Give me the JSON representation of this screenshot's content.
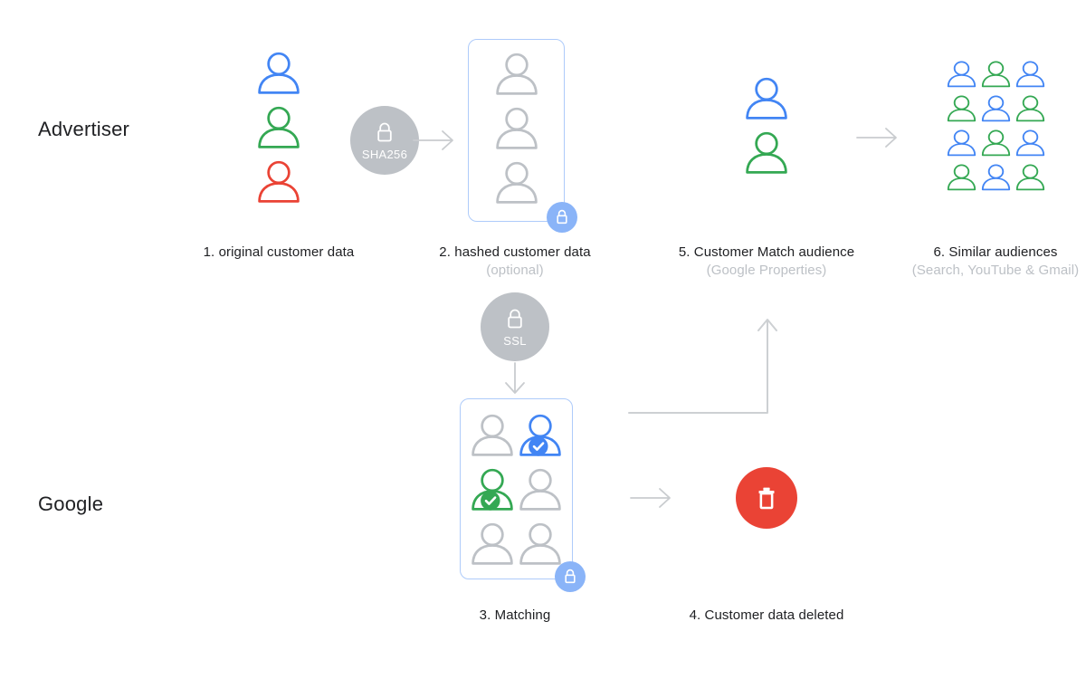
{
  "lanes": {
    "advertiser": "Advertiser",
    "google": "Google"
  },
  "colors": {
    "blue": "#4285F4",
    "green": "#34A853",
    "red": "#EA4335",
    "gray": "#BDC1C6",
    "box_border_blue": "#AECBFA",
    "lock_badge_blue": "#8AB4F8",
    "encryption_circle_gray": "#BDC1C6",
    "arrow_gray": "#C9CCCF",
    "trash_red": "#EA4335",
    "label_dark": "#202124",
    "label_gray": "#BDC1C6"
  },
  "encryption": {
    "sha256": "SHA256",
    "ssl": "SSL"
  },
  "steps": {
    "step1": {
      "label": "1. original customer data",
      "persons": [
        "blue",
        "green",
        "red"
      ]
    },
    "step2": {
      "label": "2. hashed customer data",
      "sublabel": "(optional)",
      "persons": [
        "gray",
        "gray",
        "gray"
      ]
    },
    "step3": {
      "label": "3. Matching",
      "persons": [
        {
          "color": "gray",
          "check": false
        },
        {
          "color": "blue",
          "check": true
        },
        {
          "color": "green",
          "check": true
        },
        {
          "color": "gray",
          "check": false
        },
        {
          "color": "gray",
          "check": false
        },
        {
          "color": "gray",
          "check": false
        }
      ]
    },
    "step4": {
      "label": "4. Customer data deleted"
    },
    "step5": {
      "label": "5. Customer Match audience",
      "sublabel": "(Google Properties)",
      "persons": [
        "blue",
        "green"
      ]
    },
    "step6": {
      "label": "6. Similar audiences",
      "sublabel": "(Search, YouTube & Gmail)",
      "persons": [
        "blue",
        "green",
        "blue",
        "green",
        "blue",
        "green",
        "blue",
        "green",
        "blue",
        "green",
        "blue",
        "green"
      ]
    }
  }
}
